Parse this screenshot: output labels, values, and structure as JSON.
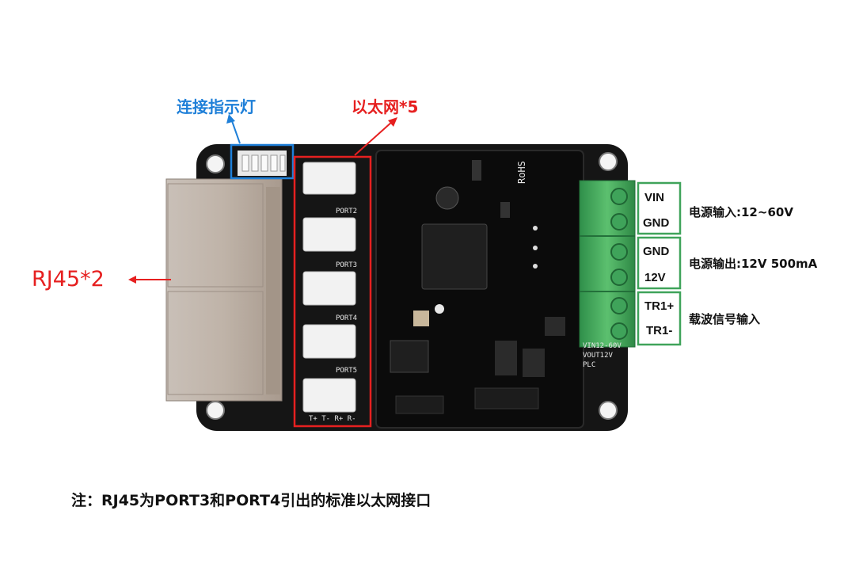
{
  "labels": {
    "connection_led": "连接指示灯",
    "ethernet": "以太网*5",
    "rj45": "RJ45*2",
    "power_in": "电源输入:12~60V",
    "power_out": "电源输出:12V 500mA",
    "carrier_in": "载波信号输入"
  },
  "terminal_pins": [
    "VIN",
    "GND",
    "GND",
    "12V",
    "TR1+",
    "TR1-"
  ],
  "ports": [
    "PORT2",
    "PORT3",
    "PORT4",
    "PORT5"
  ],
  "port_pins": "T+ T- R+ R-",
  "board_silk": {
    "vin": "VIN12-60V",
    "vout": "VOUT12V",
    "plc": "PLC",
    "rohs": "RoHS"
  },
  "note": "注：RJ45为PORT3和PORT4引出的标准以太网接口",
  "colors": {
    "annotation_blue": "#1e7fd8",
    "annotation_red": "#e62020",
    "pcb": "#111111",
    "terminal_green": "#3fa35a"
  }
}
